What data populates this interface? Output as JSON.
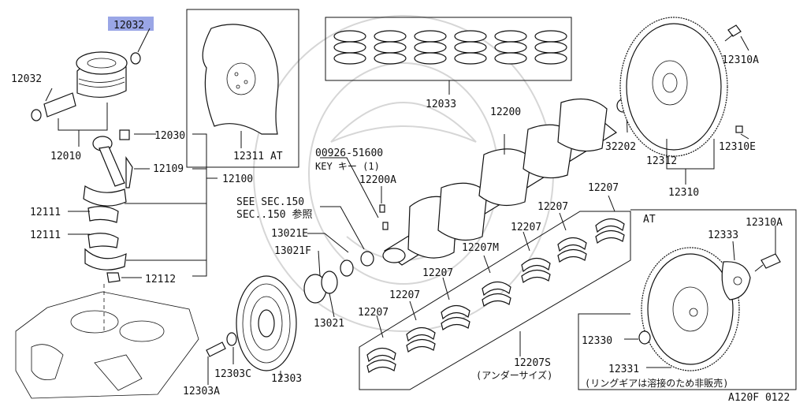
{
  "highlight": {
    "label": "12032",
    "color": "#9aa6e6"
  },
  "labels": {
    "p12032_top": "12032",
    "p12032_left": "12032",
    "p12010": "12010",
    "p12030": "12030",
    "p12109": "12109",
    "p12100": "12100",
    "p12111_a": "12111",
    "p12111_b": "12111",
    "p12112": "12112",
    "p12311": "12311 AT",
    "p12033": "12033",
    "p00926": "00926-51600",
    "key": "KEY  キー  (1)",
    "p12200a": "12200A",
    "p12200": "12200",
    "see_sec": "SEE SEC.150",
    "sec_jp": "SEC..150 参照",
    "p13021e": "13021E",
    "p13021f": "13021F",
    "p13021": "13021",
    "p12303c": "12303C",
    "p12303": "12303",
    "p12303a": "12303A",
    "p12207_1": "12207",
    "p12207_2": "12207",
    "p12207_3": "12207",
    "p12207_4": "12207",
    "p12207_5": "12207",
    "p12207_6": "12207",
    "p12207m": "12207M",
    "p12207s": "12207S",
    "p12207s_jp": "(アンダーサイズ)",
    "p12310a_top": "12310A",
    "p32202": "32202",
    "p12310e": "12310E",
    "p12312": "12312",
    "p12310": "12310",
    "at": "AT",
    "p12333": "12333",
    "p12310a_at": "12310A",
    "p12330": "12330",
    "p12331": "12331",
    "p12331_jp": "(リングギアは溶接のため非販売)",
    "figure_code": "A120F 0122"
  }
}
